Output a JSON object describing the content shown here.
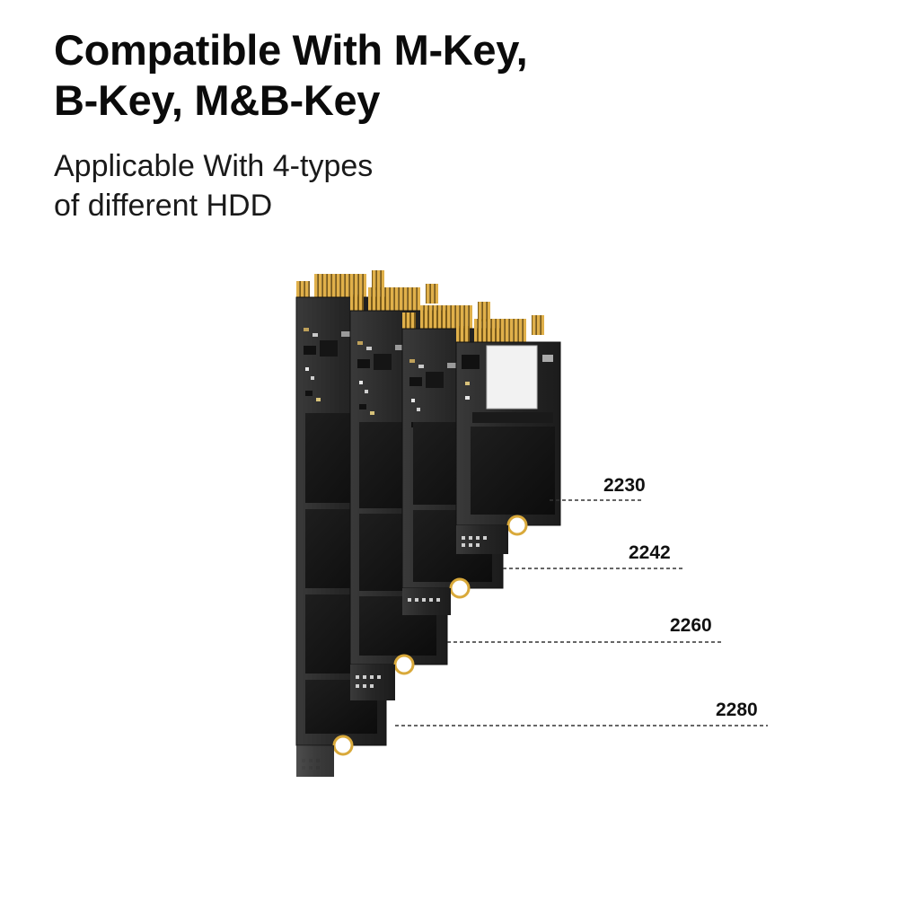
{
  "headline": {
    "line1": "Compatible With M-Key,",
    "line2": "B-Key, M&B-Key"
  },
  "subheadline": {
    "line1": "Applicable With 4-types",
    "line2": "of different HDD"
  },
  "ssd_sizes": [
    "2230",
    "2242",
    "2260",
    "2280"
  ],
  "colors": {
    "text": "#0b0b0b",
    "pcb": "#2b2b2b",
    "chip": "#121212",
    "gold_contacts": "#d9a93a",
    "leader_line": "#333333"
  },
  "icons": [
    "m2-ssd-2280",
    "m2-ssd-2260",
    "m2-ssd-2242",
    "m2-ssd-2230"
  ]
}
